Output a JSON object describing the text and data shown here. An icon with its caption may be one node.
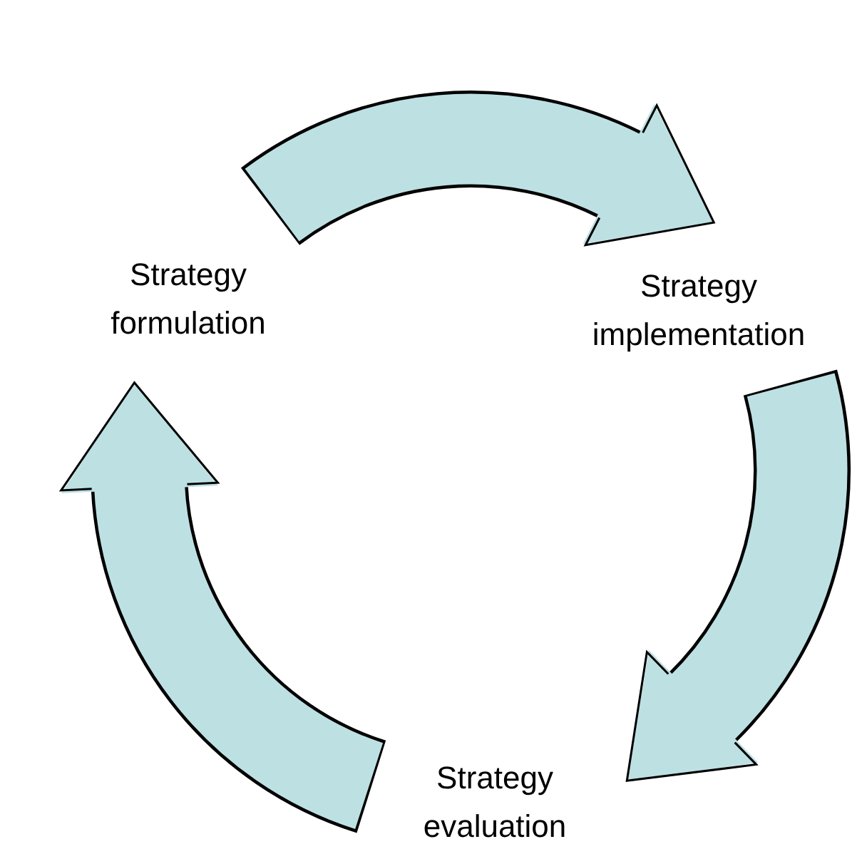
{
  "diagram": {
    "nodes": [
      {
        "text": [
          "Strategy formulation"
        ]
      },
      {
        "text": [
          "Strategy implementation"
        ]
      },
      {
        "text": [
          "Strategy evaluation"
        ]
      }
    ],
    "edges": [
      {
        "from": 0,
        "to": 1,
        "arrow": "to"
      },
      {
        "from": 1,
        "to": 2,
        "arrow": "to"
      },
      {
        "from": 2,
        "to": 0,
        "arrow": "to"
      }
    ]
  }
}
